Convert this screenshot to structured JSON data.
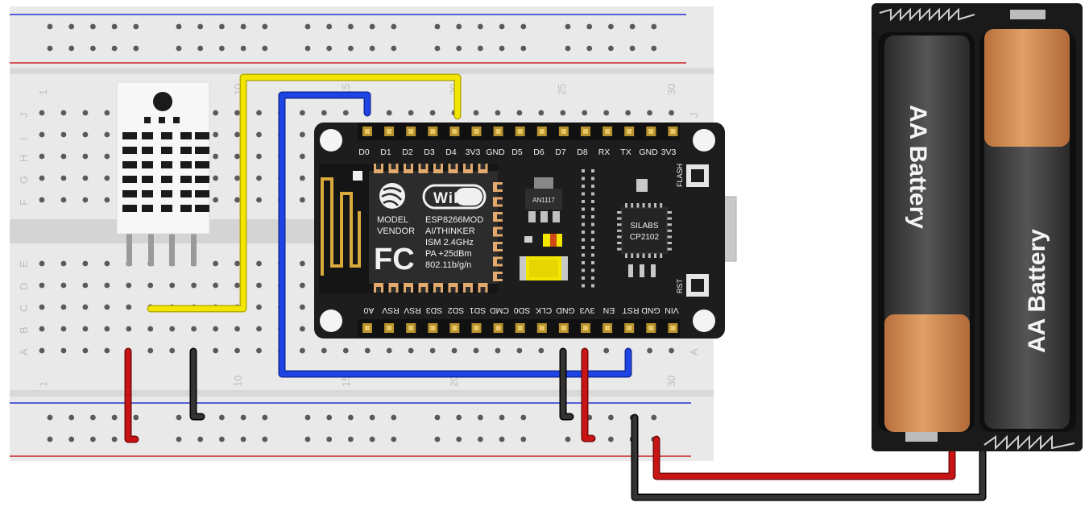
{
  "breadboard": {
    "col_numbers_top": [
      "1",
      "10",
      "15",
      "20",
      "25",
      "30"
    ],
    "col_numbers_bottom": [
      "1",
      "10",
      "15",
      "20",
      "30"
    ],
    "row_letters_upper": [
      "J",
      "I",
      "H",
      "G",
      "F"
    ],
    "row_letters_lower": [
      "E",
      "D",
      "C",
      "B",
      "A"
    ],
    "right_letter_top": "J",
    "right_letter_bottom": "A"
  },
  "nodemcu": {
    "top_pins": [
      "D0",
      "D1",
      "D2",
      "D3",
      "D4",
      "3V3",
      "GND",
      "D5",
      "D6",
      "D7",
      "D8",
      "RX",
      "TX",
      "GND",
      "3V3"
    ],
    "bottom_pins": [
      "A0",
      "RSV",
      "RSV",
      "SD3",
      "SD2",
      "SD1",
      "CMD",
      "SD0",
      "CLK",
      "GND",
      "3V3",
      "EN",
      "RST",
      "GND",
      "VIN"
    ],
    "wifi_logo": "WiFi",
    "model_lines": [
      "MODEL",
      "VENDOR"
    ],
    "spec_lines": [
      "ESP8266MOD",
      "AI/THINKER",
      "ISM 2.4GHz",
      "PA +25dBm",
      "802.11b/g/n"
    ],
    "fc_logo": "FC",
    "regulator": "AN1117",
    "usb_chip": [
      "SILABS",
      "CP2102"
    ],
    "flash_label": "FLASH",
    "rst_label": "RST"
  },
  "battery_holder": {
    "cells": [
      "AA Battery",
      "AA Battery"
    ]
  },
  "colors": {
    "yellow_wire": "#f2e600",
    "blue_wire": "#1f44e6",
    "red_wire": "#c81414",
    "black_wire": "#1c1c1c",
    "board_black": "#1d1d1d",
    "breadboard_gray": "#e6e6e6",
    "battery_copper": "#d39159"
  }
}
